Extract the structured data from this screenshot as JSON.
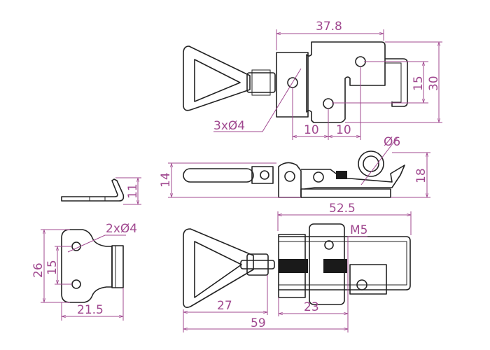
{
  "colors": {
    "dimension": "#a0488f",
    "outline": "#222222"
  },
  "top_view": {
    "width": "37.8",
    "hole_spacing_small": "15",
    "height": "30",
    "hole_offset_1": "10",
    "hole_offset_2": "10",
    "holes": "3xØ4"
  },
  "side_view": {
    "height_left": "14",
    "loop_hole": "Ø6",
    "height_right": "18"
  },
  "bracket_side": {
    "height": "11"
  },
  "bracket_front": {
    "holes": "2xØ4",
    "height": "26",
    "hole_spacing": "15",
    "width": "21.5"
  },
  "bottom_view": {
    "length_body": "52.5",
    "thread": "M5",
    "handle_length": "27",
    "thread_length": "23",
    "total_length": "59"
  }
}
